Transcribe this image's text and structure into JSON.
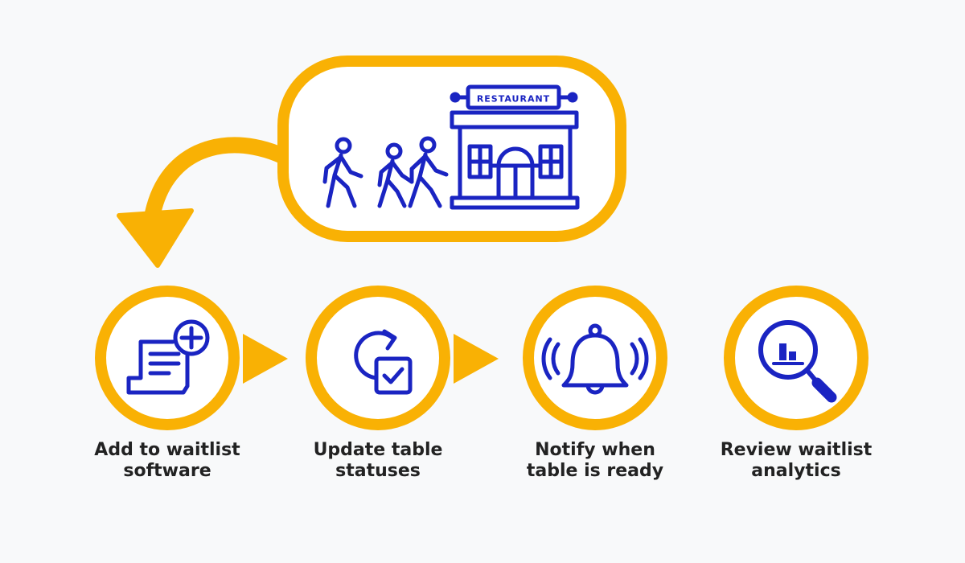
{
  "colors": {
    "background": "#f8f9fa",
    "accent": "#f9b104",
    "icon": "#1a24c2",
    "text": "#222222",
    "fill": "#ffffff"
  },
  "hero": {
    "sign_text": "RESTAURANT",
    "icons": [
      "walking-person-icon",
      "walking-couple-icon",
      "restaurant-building-icon"
    ]
  },
  "steps": [
    {
      "line1": "Add to waitlist",
      "line2": "software",
      "icon": "add-list-icon"
    },
    {
      "line1": "Update table",
      "line2": "statuses",
      "icon": "refresh-check-icon"
    },
    {
      "line1": "Notify when",
      "line2": "table is ready",
      "icon": "ringing-bell-icon"
    },
    {
      "line1": "Review waitlist",
      "line2": "analytics",
      "icon": "analytics-search-icon"
    }
  ]
}
